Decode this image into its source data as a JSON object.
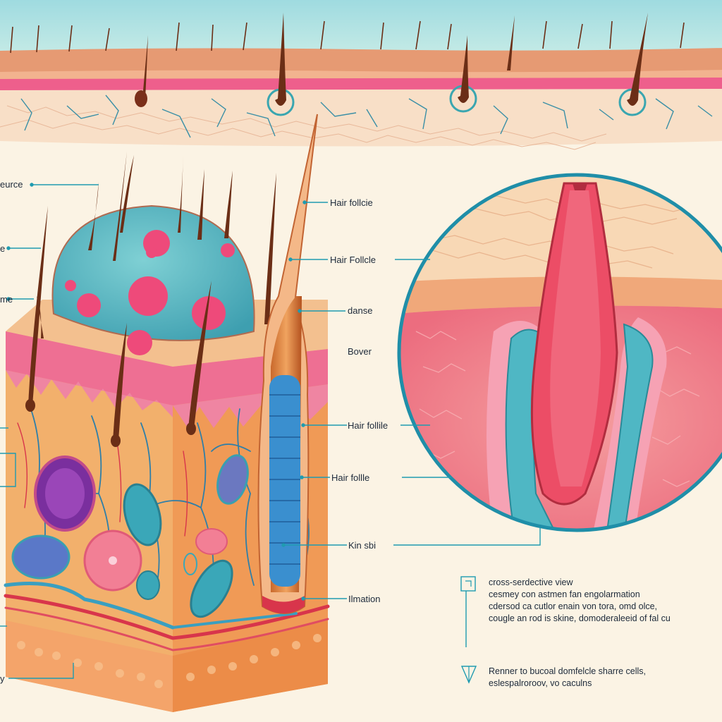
{
  "labels": {
    "left_1": "eurce",
    "left_2": "e",
    "left_3": "me",
    "left_4": "y",
    "right_1": "Hair follcie",
    "right_2": "Hair Follcle",
    "right_3": "danse",
    "right_4": "Bover",
    "right_5": "Hair follile",
    "right_6": "Hair follle",
    "right_7": "Kin sbi",
    "right_8": "Ilmation"
  },
  "notes": {
    "note_1": {
      "title": "cross-serdective view",
      "line_1": "cesmey con astmen fan engolarmation",
      "line_2": "cdersod ca cutlor enain von tora, omd olce,",
      "line_3": "cougle an rod is skine, domoderaleeid of fal cu"
    },
    "note_2": {
      "line_1": "Renner to bucoal domfelcle sharre cells,",
      "line_2": "eslespalroroov, vo caculns"
    }
  },
  "colors": {
    "background": "#fbf3e4",
    "sky": "#a8dde0",
    "dermis": "#f3c48f",
    "epidermis_pink": "#ef6f93",
    "teal": "#3aa6b0",
    "hair": "#6b2e16",
    "label_line": "#1f9bb0"
  }
}
